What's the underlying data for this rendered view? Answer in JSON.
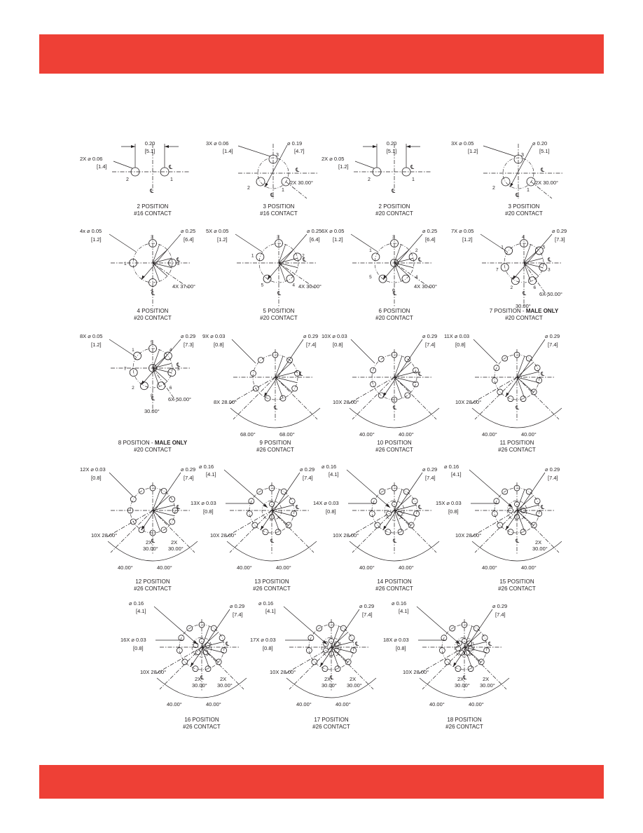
{
  "colors": {
    "banner": "#ee4036",
    "ink": "#231f20",
    "paper": "#ffffff"
  },
  "layouts": [
    {
      "id": "p2-16",
      "caption": [
        "2 POSITION",
        "#16 CONTACT"
      ],
      "labels": [
        "0.20",
        "[5.1]",
        "2X  ⌀ 0.06",
        "[1.4]",
        "2",
        "1",
        "℄",
        "℄"
      ]
    },
    {
      "id": "p3-16",
      "caption": [
        "3 POSITION",
        "#16 CONTACT"
      ],
      "labels": [
        "3X  ⌀ 0.06",
        "[1.4]",
        "⌀ 0.19",
        "[4.7]",
        "2X 30.00°",
        "3",
        "2",
        "1",
        "℄",
        "℄"
      ]
    },
    {
      "id": "p2-20",
      "caption": [
        "2 POSITION",
        "#20 CONTACT"
      ],
      "labels": [
        "0.20",
        "[5.1]",
        "2X  ⌀ 0.05",
        "[1.2]",
        "2",
        "1",
        "℄",
        "℄"
      ]
    },
    {
      "id": "p3-20",
      "caption": [
        "3 POSITION",
        "#20 CONTACT"
      ],
      "labels": [
        "3X  ⌀ 0.05",
        "[1.2]",
        "⌀ 0.20",
        "[5.1]",
        "2X 30.00°",
        "3",
        "2",
        "1",
        "℄",
        "℄"
      ]
    },
    {
      "id": "p4-20",
      "caption": [
        "4 POSITION",
        "#20 CONTACT"
      ],
      "labels": [
        "4x  ⌀ 0.05",
        "[1.2]",
        "⌀ 0.25",
        "[6.4]",
        "4X 37.00°",
        "3",
        "2",
        "4",
        "1",
        "℄",
        "℄"
      ]
    },
    {
      "id": "p5-20",
      "caption": [
        "5 POSITION",
        "#20 CONTACT"
      ],
      "labels": [
        "5X  ⌀ 0.05",
        "[1.2]",
        "⌀ 0.25",
        "[6.4]",
        "4X 30.00°",
        "3",
        "2",
        "4",
        "5",
        "1",
        "℄",
        "℄"
      ]
    },
    {
      "id": "p6-20",
      "caption": [
        "6 POSITION",
        "#20 CONTACT"
      ],
      "labels": [
        "6X  ⌀ 0.05",
        "[1.2]",
        "⌀ 0.25",
        "[6.4]",
        "4X 30.00°",
        "3",
        "2",
        "4",
        "6",
        "5",
        "1",
        "℄",
        "℄"
      ]
    },
    {
      "id": "p7-20",
      "caption": [
        "7 POSITION - ",
        "MALE ONLY",
        "#20 CONTACT"
      ],
      "labels": [
        "7X  ⌀ 0.05",
        "[1.2]",
        "⌀ 0.29",
        "[7.3]",
        "6X 50.00°",
        "30.00°",
        "4",
        "5",
        "3",
        "6",
        "2",
        "7",
        "1",
        "℄",
        "℄"
      ]
    },
    {
      "id": "p8-20",
      "caption": [
        "8 POSITION - ",
        "MALE ONLY",
        "#20 CONTACT"
      ],
      "labels": [
        "8X  ⌀ 0.05",
        "[1.2]",
        "⌀ 0.29",
        "[7.3]",
        "6X 50.00°",
        "30.00°",
        "5",
        "4",
        "3",
        "6",
        "8",
        "2",
        "7",
        "1",
        "℄",
        "℄"
      ]
    },
    {
      "id": "p9-26",
      "caption": [
        "9 POSITION",
        "#26 CONTACT"
      ],
      "labels": [
        "9X  ⌀ 0.03",
        "[0.8]",
        "⌀ 0.29",
        "[7.4]",
        "8X 28.00°",
        "68.00°",
        "68.00°",
        "℄",
        "℄"
      ]
    },
    {
      "id": "p10-26",
      "caption": [
        "10 POSITION",
        "#26 CONTACT"
      ],
      "labels": [
        "10X  ⌀ 0.03",
        "[0.8]",
        "⌀ 0.29",
        "[7.4]",
        "10X 28.00°",
        "40.00°",
        "40.00°",
        "℄",
        "℄"
      ]
    },
    {
      "id": "p11-26",
      "caption": [
        "11 POSITION",
        "#26 CONTACT"
      ],
      "labels": [
        "11X  ⌀ 0.03",
        "[0.8]",
        "⌀ 0.29",
        "[7.4]",
        "10X 28.00°",
        "40.00°",
        "40.00°",
        "℄",
        "℄"
      ]
    },
    {
      "id": "p12-26",
      "caption": [
        "12 POSITION",
        "#26 CONTACT"
      ],
      "labels": [
        "12X  ⌀ 0.03",
        "[0.8]",
        "⌀ 0.29",
        "[7.4]",
        "10X 28.00°",
        "2X",
        "30.00°",
        "2X",
        "30.00°",
        "40.00°",
        "40.00°",
        "℄",
        "℄"
      ]
    },
    {
      "id": "p13-26",
      "caption": [
        "13 POSITION",
        "#26 CONTACT"
      ],
      "labels": [
        "⌀ 0.16",
        "[4.1]",
        "13X  ⌀ 0.03",
        "[0.8]",
        "⌀ 0.29",
        "[7.4]",
        "10X 28.00°",
        "40.00°",
        "40.00°",
        "℄",
        "℄"
      ]
    },
    {
      "id": "p14-26",
      "caption": [
        "14 POSITION",
        "#26 CONTACT"
      ],
      "labels": [
        "⌀ 0.16",
        "[4.1]",
        "14X  ⌀ 0.03",
        "[0.8]",
        "⌀ 0.29",
        "[7.4]",
        "10X 28.00°",
        "40.00°",
        "40.00°",
        "℄",
        "℄"
      ]
    },
    {
      "id": "p15-26",
      "caption": [
        "15 POSITION",
        "#26 CONTACT"
      ],
      "labels": [
        "⌀ 0.16",
        "[4.1]",
        "15X  ⌀ 0.03",
        "[0.8]",
        "⌀ 0.29",
        "[7.4]",
        "10X 28.00°",
        "2X",
        "30.00°",
        "40.00°",
        "40.00°",
        "℄",
        "℄"
      ]
    },
    {
      "id": "p16-26",
      "caption": [
        "16 POSITION",
        "#26 CONTACT"
      ],
      "labels": [
        "⌀ 0.16",
        "[4.1]",
        "16X  ⌀ 0.03",
        "[0.8]",
        "⌀ 0.29",
        "[7.4]",
        "10X 28.00°",
        "2X",
        "30.00°",
        "2X",
        "30.00°",
        "40.00°",
        "40.00°",
        "℄",
        "℄"
      ]
    },
    {
      "id": "p17-26",
      "caption": [
        "17 POSITION",
        "#26 CONTACT"
      ],
      "labels": [
        "⌀ 0.16",
        "[4.1]",
        "17X  ⌀ 0.03",
        "[0.8]",
        "⌀ 0.29",
        "[7.4]",
        "10X 28.00°",
        "2X",
        "30.00°",
        "2X",
        "30.00°",
        "40.00°",
        "40.00°",
        "℄",
        "℄"
      ]
    },
    {
      "id": "p18-26",
      "caption": [
        "18 POSITION",
        "#26 CONTACT"
      ],
      "labels": [
        "⌀ 0.16",
        "[4.1]",
        "18X  ⌀ 0.03",
        "[0.8]",
        "⌀ 0.29",
        "[7.4]",
        "10X 28.00°",
        "2X",
        "30.00°",
        "2X",
        "30.00°",
        "40.00°",
        "40.00°",
        "℄",
        "℄"
      ]
    }
  ]
}
